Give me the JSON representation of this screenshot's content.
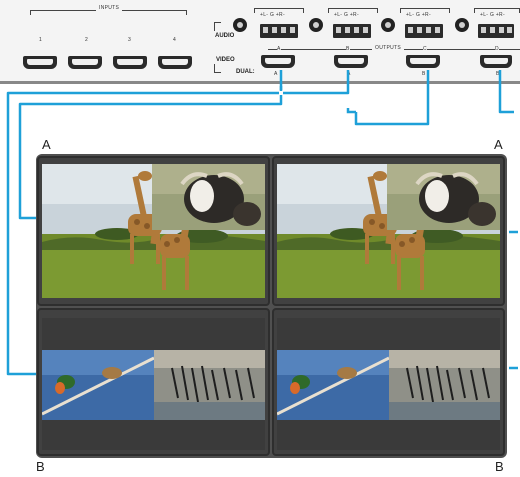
{
  "panel": {
    "inputs_header": "INPUTS",
    "outputs_header": "OUTPUTS",
    "audio_label": "AUDIO",
    "video_label": "VIDEO",
    "dual_label": "DUAL:",
    "input_numbers": [
      "1",
      "2",
      "3",
      "4"
    ],
    "terminal_pins": "+L-  G  +R-",
    "output_letters": [
      "A",
      "B",
      "C",
      "D"
    ],
    "dual_letters": [
      "A",
      "A",
      "B",
      "B"
    ]
  },
  "wall": {
    "top_left_label": "A",
    "top_right_label": "A",
    "bottom_left_label": "B",
    "bottom_right_label": "B"
  },
  "colors": {
    "cable": "#1ea0d8",
    "bezel": "#414141",
    "wall": "#505050"
  }
}
